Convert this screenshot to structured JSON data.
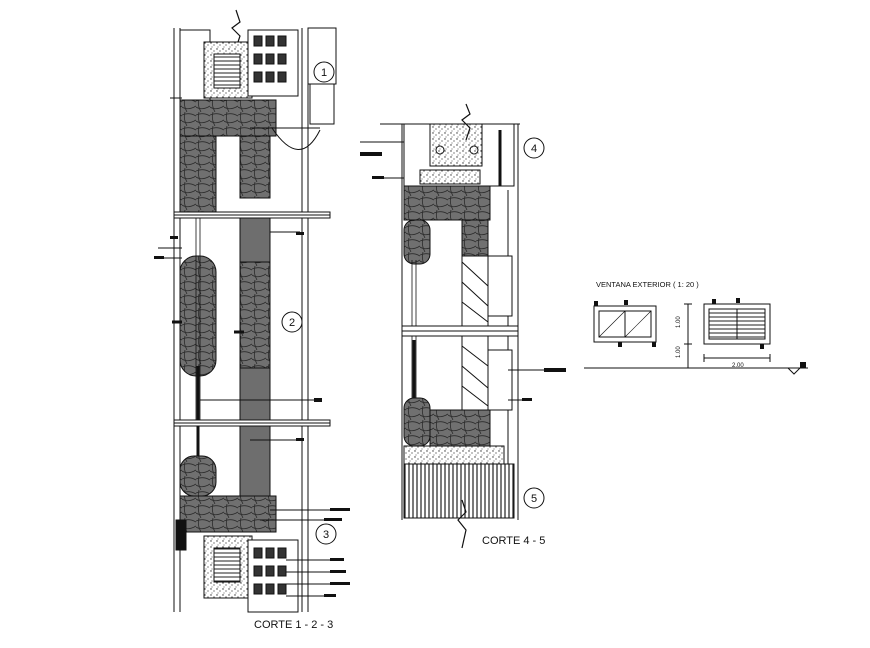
{
  "section_labels": {
    "corte_123": "CORTE 1 - 2 - 3",
    "corte_45": "CORTE 4 - 5"
  },
  "detail_markers": [
    "1",
    "2",
    "3",
    "4",
    "5"
  ],
  "window_detail": {
    "title": "VENTANA EXTERIOR  ( 1: 20 )",
    "dim_width": "2.00",
    "dim_height_upper": "1.00",
    "dim_height_lower": "1.00"
  },
  "colors": {
    "line": "#111111",
    "wood_fill": "#6e6e6e",
    "light_fill": "#d8d8d8"
  }
}
